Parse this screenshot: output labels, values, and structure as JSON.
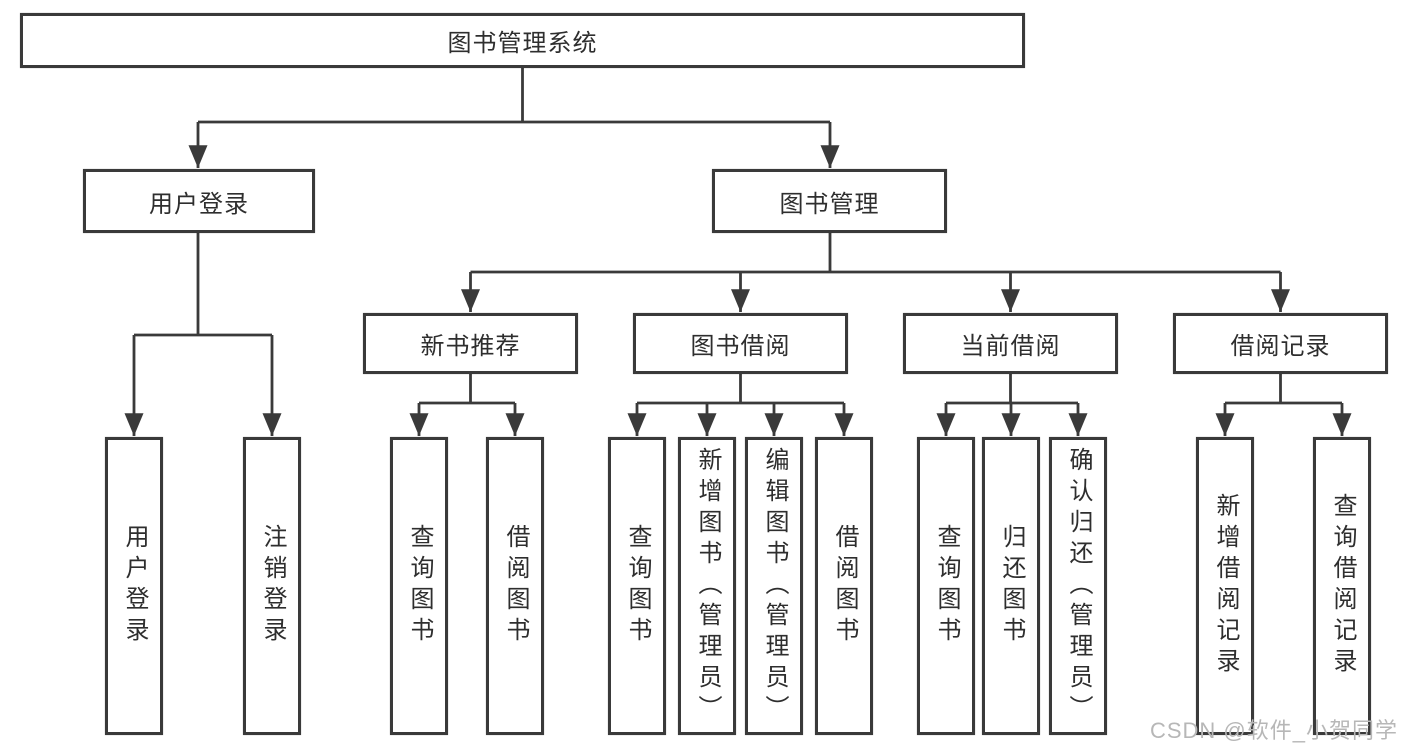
{
  "diagram": {
    "root": "图书管理系统",
    "branches": [
      {
        "label": "用户登录",
        "leaves": [
          "用户登录",
          "注销登录"
        ]
      },
      {
        "label": "图书管理",
        "groups": [
          {
            "label": "新书推荐",
            "leaves": [
              "查询图书",
              "借阅图书"
            ]
          },
          {
            "label": "图书借阅",
            "leaves": [
              "查询图书",
              "新增图书（管理员）",
              "编辑图书（管理员）",
              "借阅图书"
            ]
          },
          {
            "label": "当前借阅",
            "leaves": [
              "查询图书",
              "归还图书",
              "确认归还（管理员）"
            ]
          },
          {
            "label": "借阅记录",
            "leaves": [
              "新增借阅记录",
              "查询借阅记录"
            ]
          }
        ]
      }
    ]
  },
  "watermark": "CSDN @软件_小贺同学",
  "colors": {
    "line": "#3a3a3a",
    "text": "#2e2e2e",
    "background": "#ffffff",
    "watermark": "#b7b7b7"
  }
}
